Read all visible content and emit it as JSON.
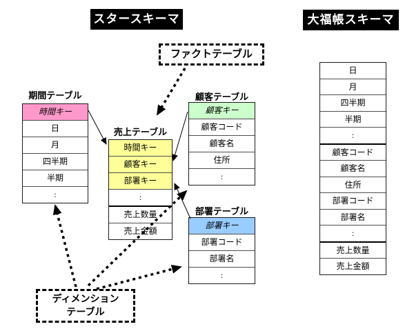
{
  "banners": {
    "star": "スタースキーマ",
    "flat": "大福帳スキーマ"
  },
  "callouts": {
    "fact": "ファクトテーブル",
    "dimension": [
      "ディメンション",
      "テーブル"
    ]
  },
  "star_schema": {
    "period_table": {
      "title": "期間テーブル",
      "key": "時間キー",
      "rows": [
        "日",
        "月",
        "四半期",
        "半期",
        ":"
      ]
    },
    "sales_table": {
      "title": "売上テーブル",
      "key_rows": [
        "時間キー",
        "顧客キー",
        "部署キー"
      ],
      "rows": [
        ":",
        "売上数量",
        "売上金額"
      ]
    },
    "customer_table": {
      "title": "顧客テーブル",
      "key": "顧客キー",
      "rows": [
        "顧客コード",
        "顧客名",
        "住所",
        ":"
      ]
    },
    "department_table": {
      "title": "部署テーブル",
      "key": "部署キー",
      "rows": [
        "部署コード",
        "部署名",
        ":"
      ]
    }
  },
  "flat_schema": {
    "rows": [
      "日",
      "月",
      "四半期",
      "半期",
      ":",
      "顧客コード",
      "顧客名",
      "住所",
      "部署コード",
      "部署名",
      ":",
      "売上数量",
      "売上金額"
    ]
  },
  "colors": {
    "time_key_bg": "#FF99CC",
    "fact_key_bg": "#FFFF99",
    "customer_key_bg": "#CCFFCC",
    "department_key_bg": "#99CCFF",
    "banner_bg": "#000000",
    "banner_text": "#FFFFFF"
  }
}
